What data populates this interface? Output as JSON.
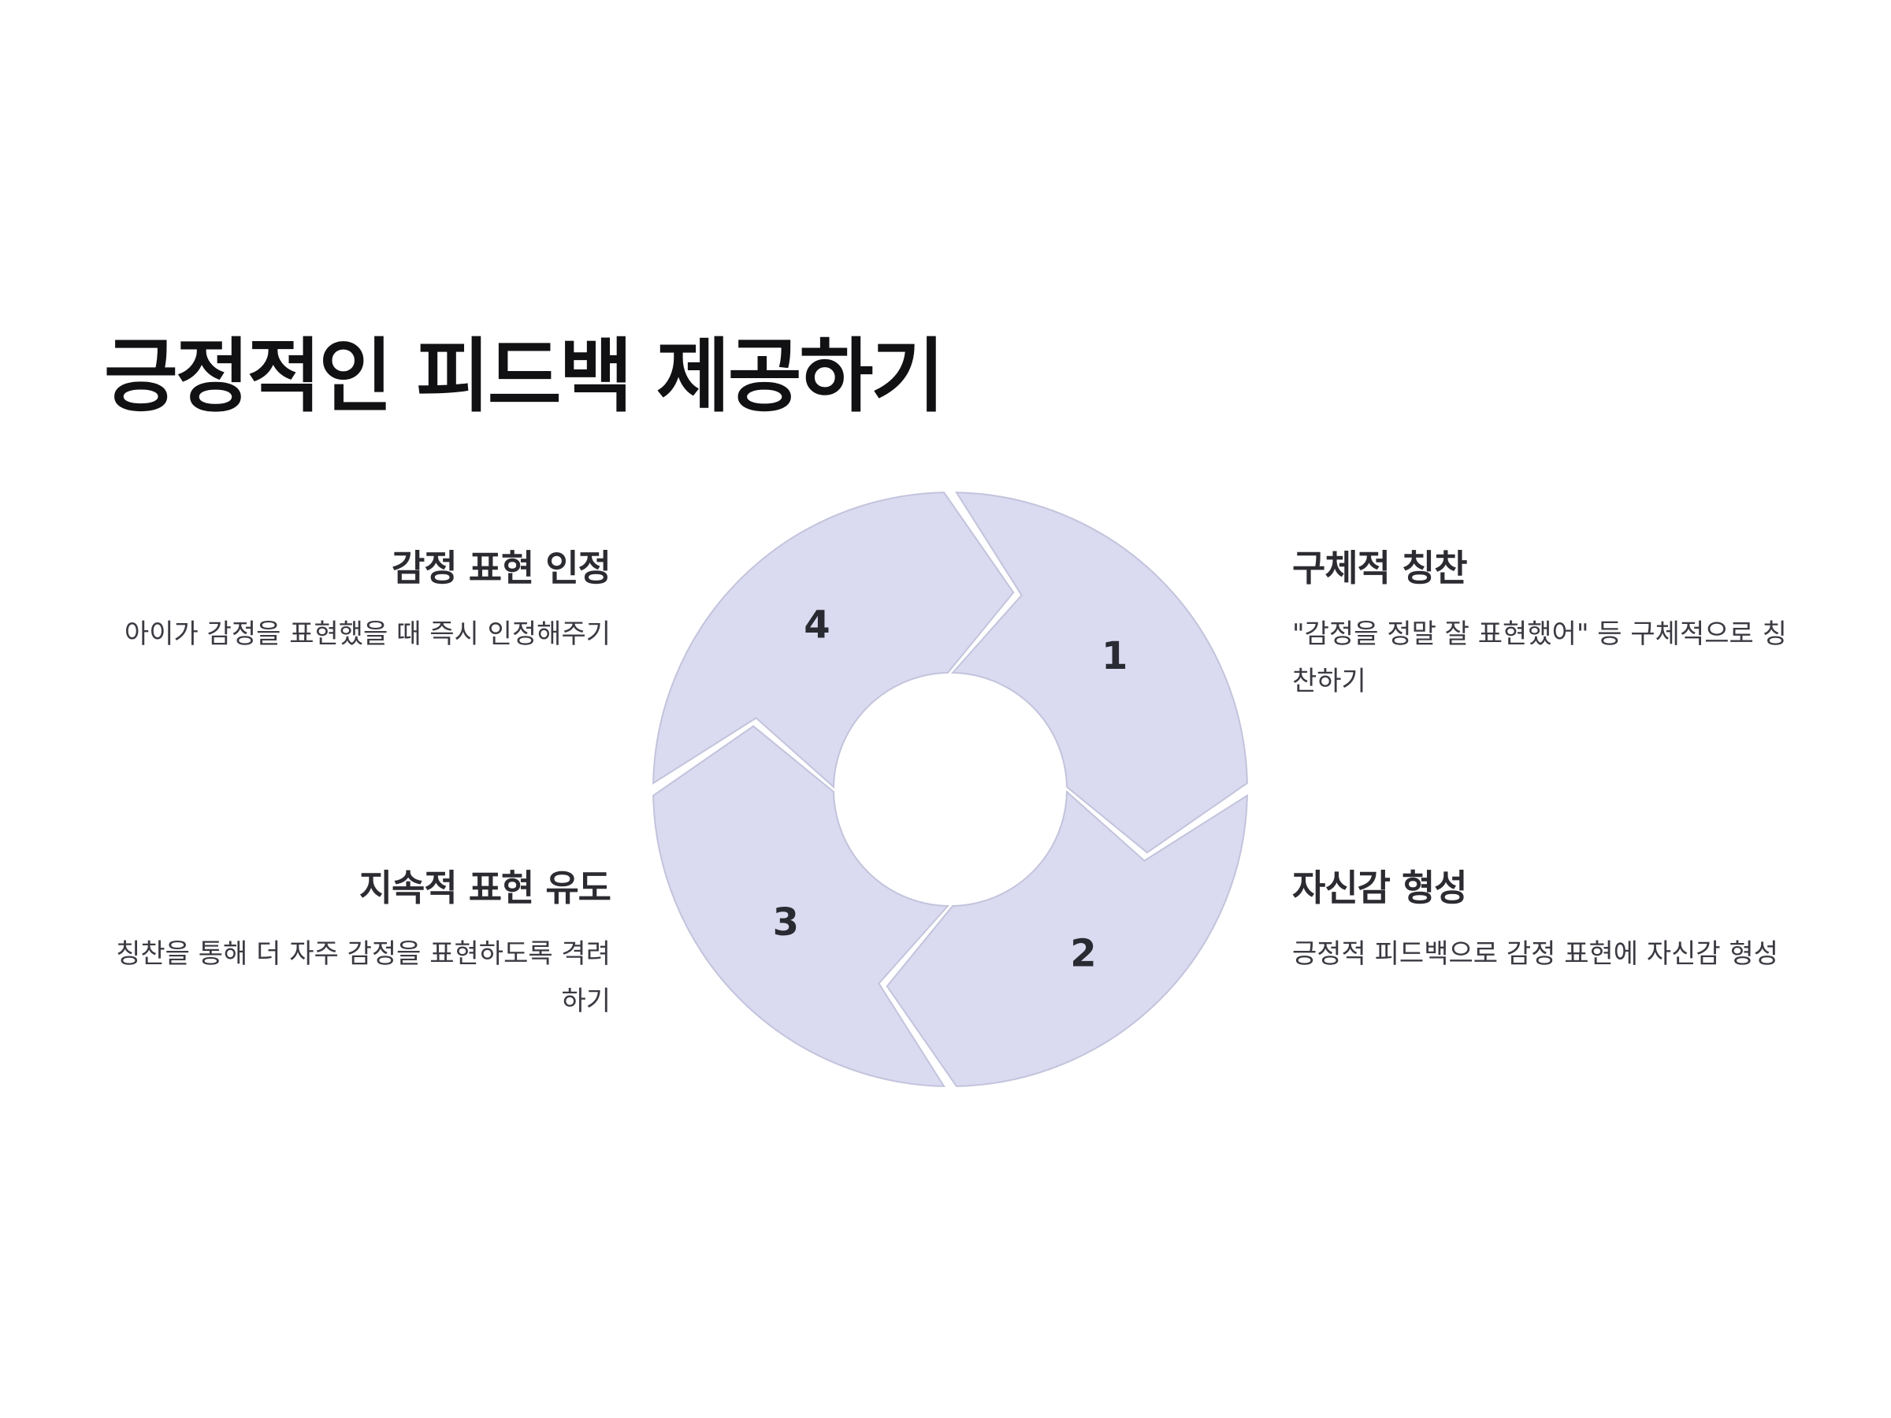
{
  "title": "긍정적인 피드백 제공하기",
  "accent_color": "#dadaf0",
  "cycle": {
    "steps": [
      {
        "number": "1",
        "title": "감정 표현 인정",
        "description": "아이가 감정을 표현했을 때 즉시 인정해주기"
      },
      {
        "number": "2",
        "title": "구체적 칭찬",
        "description": "\"감정을 정말 잘 표현했어\" 등 구체적으로 칭찬하기"
      },
      {
        "number": "3",
        "title": "자신감 형성",
        "description": "긍정적 피드백으로 감정 표현에 자신감 형성"
      },
      {
        "number": "4",
        "title": "지속적 표현 유도",
        "description": "칭찬을 통해 더 자주 감정을 표현하도록 격려하기"
      }
    ]
  }
}
